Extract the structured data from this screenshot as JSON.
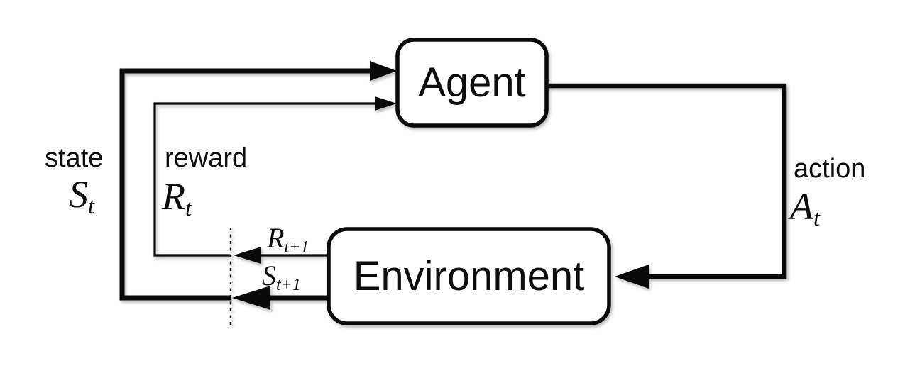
{
  "diagram": {
    "background_color": "#ffffff",
    "line_color": "#0a0a0a",
    "box_fill_color": "#ffffff",
    "nodes": {
      "agent": {
        "label": "Agent"
      },
      "environment": {
        "label": "Environment"
      }
    },
    "edges": {
      "state": {
        "word": "state",
        "symbol": "S",
        "subscript": "t"
      },
      "reward": {
        "word": "reward",
        "symbol": "R",
        "subscript": "t"
      },
      "action": {
        "word": "action",
        "symbol": "A",
        "subscript": "t"
      },
      "next_reward": {
        "symbol": "R",
        "subscript": "t+1"
      },
      "next_state": {
        "symbol": "S",
        "subscript": "t+1"
      }
    }
  }
}
